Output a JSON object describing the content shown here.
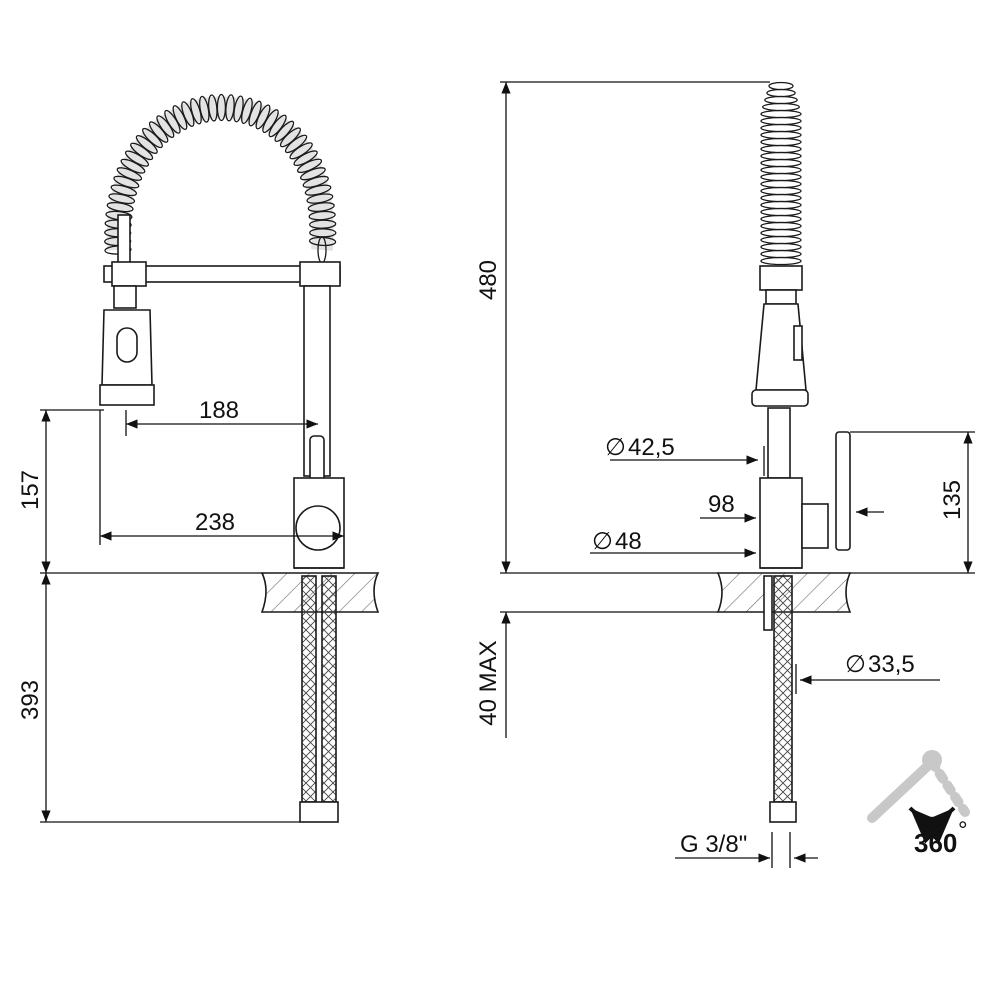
{
  "dimensions": {
    "spout_reach_inner": "188",
    "spout_reach_outer": "238",
    "spout_height": "157",
    "hose_length": "393",
    "total_height": "480",
    "body_diameter_upper": "42,5",
    "base_height": "98",
    "base_diameter": "48",
    "lever_height": "135",
    "deck_thickness_max": "40 MAX",
    "shank_diameter": "33,5",
    "thread_size": "G 3/8\"",
    "rotation": "360"
  },
  "symbols": {
    "diameter": "∅",
    "degree": "°"
  },
  "colors": {
    "line": "#1a1a1a",
    "hatch": "#6a6a6a",
    "rotation_icon": "#c8c8c8"
  }
}
